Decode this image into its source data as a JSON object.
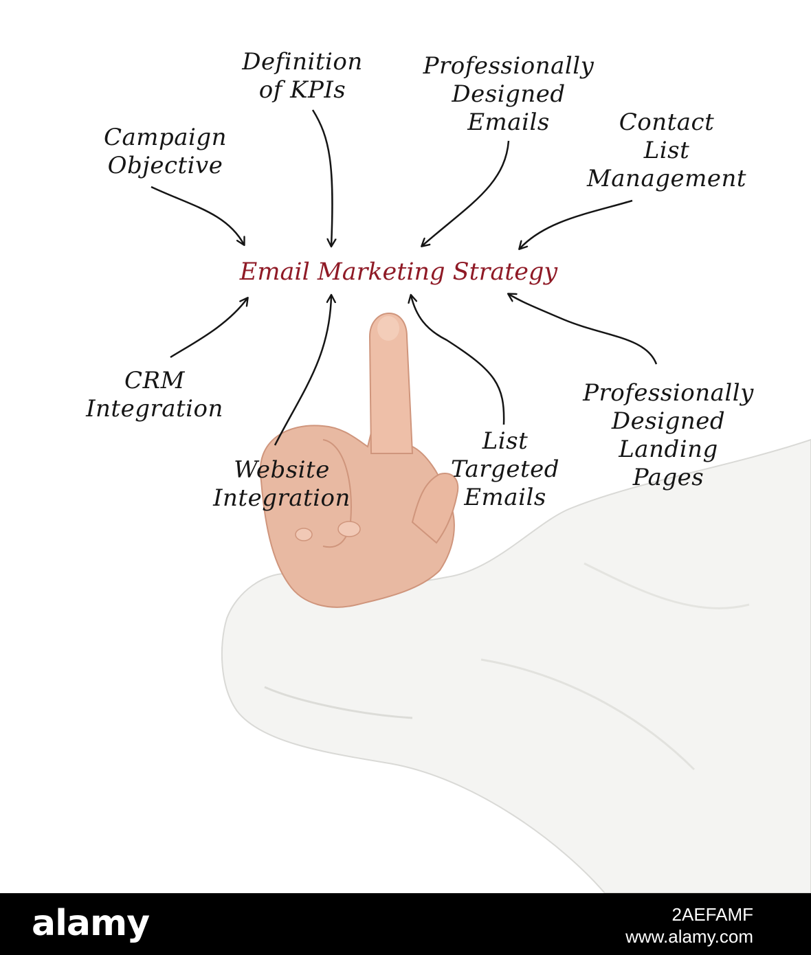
{
  "diagram": {
    "center_title": "Email Marketing Strategy",
    "center_color": "#8f1a26",
    "nodes": [
      {
        "id": "campaign",
        "lines": [
          "Campaign",
          "Objective"
        ],
        "direction": "in"
      },
      {
        "id": "kpis",
        "lines": [
          "Definition",
          "of KPIs"
        ],
        "direction": "in"
      },
      {
        "id": "designed-emails",
        "lines": [
          "Professionally",
          "Designed",
          "Emails"
        ],
        "direction": "in"
      },
      {
        "id": "contact-list",
        "lines": [
          "Contact",
          "List",
          "Management"
        ],
        "direction": "in"
      },
      {
        "id": "crm",
        "lines": [
          "CRM",
          "Integration"
        ],
        "direction": "out"
      },
      {
        "id": "website",
        "lines": [
          "Website",
          "Integration"
        ],
        "direction": "out"
      },
      {
        "id": "list-targeted",
        "lines": [
          "List",
          "Targeted",
          "Emails"
        ],
        "direction": "out"
      },
      {
        "id": "landing-pages",
        "lines": [
          "Professionally",
          "Designed",
          "Landing",
          "Pages"
        ],
        "direction": "out"
      }
    ]
  },
  "watermark": {
    "brand": "alamy",
    "image_id": "2AEFAMF",
    "site": "www.alamy.com"
  },
  "colors": {
    "ink": "#151515",
    "background": "#ffffff",
    "footer": "#000000"
  }
}
